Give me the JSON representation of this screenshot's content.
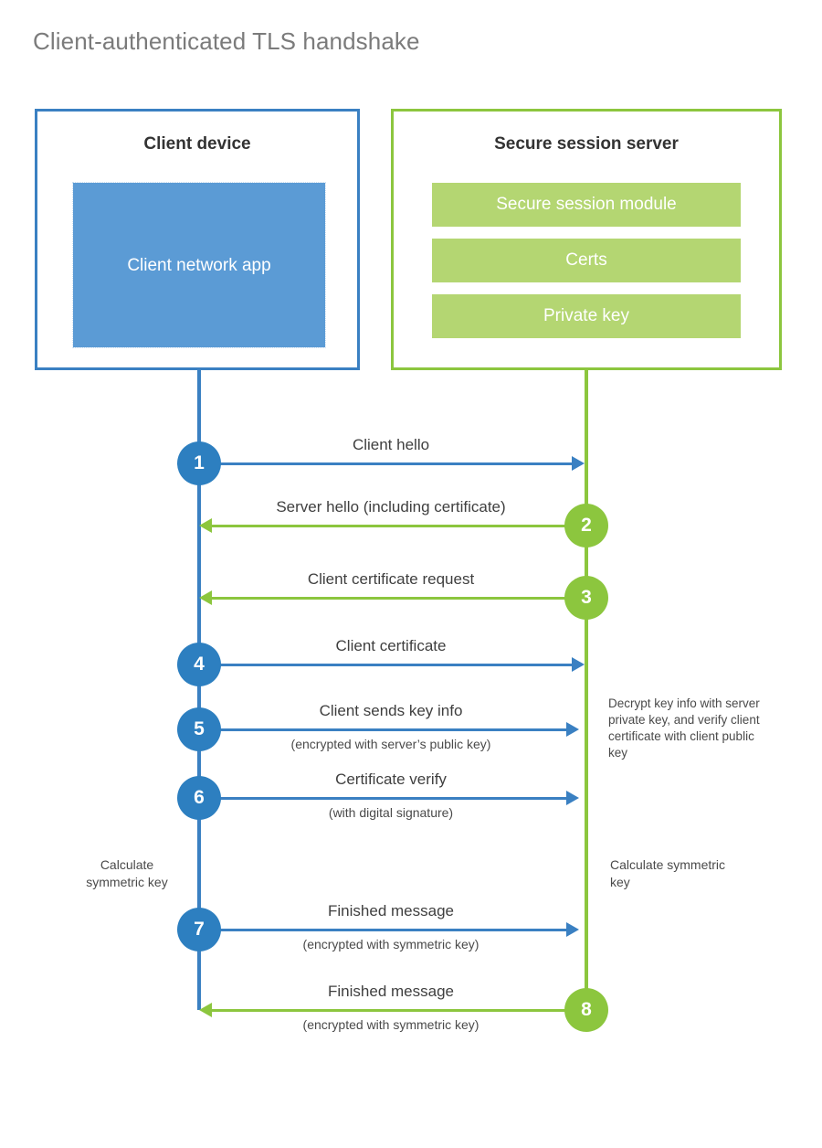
{
  "title": "Client-authenticated TLS handshake",
  "colors": {
    "blue_border": "#3a80c2",
    "blue_fill": "#5b9bd5",
    "blue_node": "#2d7fc0",
    "green_border": "#8cc63e",
    "green_fill": "#b4d672",
    "green_node": "#8cc63e",
    "title_text": "#7b7b7b",
    "background": "#ffffff"
  },
  "client": {
    "title": "Client device",
    "app_label": "Client network app"
  },
  "server": {
    "title": "Secure session server",
    "bars": [
      "Secure session module",
      "Certs",
      "Private key"
    ]
  },
  "steps": [
    {
      "number": "1",
      "label": "Client hello",
      "sub": "",
      "direction": "client-to-server",
      "color": "blue"
    },
    {
      "number": "2",
      "label": "Server hello (including certificate)",
      "sub": "",
      "direction": "server-to-client",
      "color": "green"
    },
    {
      "number": "3",
      "label": "Client certificate request",
      "sub": "",
      "direction": "server-to-client",
      "color": "green"
    },
    {
      "number": "4",
      "label": "Client certificate",
      "sub": "",
      "direction": "client-to-server",
      "color": "blue"
    },
    {
      "number": "5",
      "label": "Client sends key info",
      "sub": "(encrypted with server’s public key)",
      "direction": "client-to-server",
      "color": "blue"
    },
    {
      "number": "6",
      "label": "Certificate verify",
      "sub": "(with digital signature)",
      "direction": "client-to-server",
      "color": "blue"
    },
    {
      "number": "7",
      "label": "Finished message",
      "sub": "(encrypted with symmetric key)",
      "direction": "client-to-server",
      "color": "blue"
    },
    {
      "number": "8",
      "label": "Finished message",
      "sub": "(encrypted with symmetric key)",
      "direction": "server-to-client",
      "color": "green"
    }
  ],
  "annotations": {
    "server_decrypt_note": "Decrypt key info with server private key, and verify client certificate with client public key",
    "client_calculate": "Calculate symmetric key",
    "server_calculate": "Calculate symmetric key"
  }
}
